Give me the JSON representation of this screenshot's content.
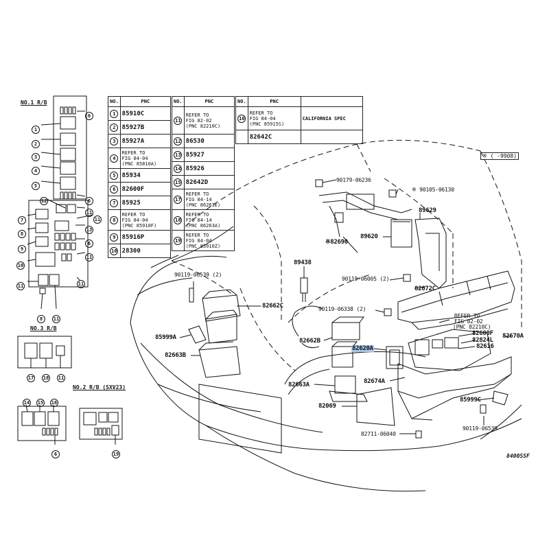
{
  "relay_blocks": {
    "no1": "NO.1 R/B",
    "no3": "NO.3 R/B",
    "no2": "NO.2 R/B (SXV23)"
  },
  "no1_callouts": [
    "1",
    "2",
    "3",
    "4",
    "5",
    "6",
    "6",
    "7",
    "8",
    "9",
    "10",
    "11",
    "11",
    "11",
    "11",
    "11",
    "11",
    "12",
    "13",
    "6",
    "8",
    "11"
  ],
  "no3_callouts": [
    "17",
    "18",
    "11"
  ],
  "no2_callouts": [
    "14",
    "15",
    "16",
    "6",
    "19"
  ],
  "table": {
    "header": {
      "no": "NO.",
      "pnc": "PNC",
      "note": "CALIFORNIA SPEC"
    },
    "col1": [
      {
        "no": "1",
        "pnc": "85910C"
      },
      {
        "no": "2",
        "pnc": "85927B"
      },
      {
        "no": "3",
        "pnc": "85927A"
      },
      {
        "no": "4",
        "pnc": "REFER TO",
        "pnc2": "FIG 84-04",
        "pnc3": "(PNC 85810A)"
      },
      {
        "no": "5",
        "pnc": "85934"
      },
      {
        "no": "6",
        "pnc": "82600F"
      },
      {
        "no": "7",
        "pnc": "85925"
      },
      {
        "no": "8",
        "pnc": "REFER TO",
        "pnc2": "FIG 84-04",
        "pnc3": "(PNC 85910F)"
      },
      {
        "no": "9",
        "pnc": "85916P"
      },
      {
        "no": "10",
        "pnc": "28300"
      }
    ],
    "col2": [
      {
        "no": "11",
        "pnc": "REFER TO",
        "pnc2": "FIG 82-02",
        "pnc3": "(PNC 82210C)"
      },
      {
        "no": "12",
        "pnc": "86530"
      },
      {
        "no": "13",
        "pnc": "85927"
      },
      {
        "no": "14",
        "pnc": "85926"
      },
      {
        "no": "15",
        "pnc": "82642D"
      },
      {
        "no": "17",
        "pnc": "REFER TO",
        "pnc2": "FIG 84-14",
        "pnc3": "(PNC 86263E)"
      },
      {
        "no": "18",
        "pnc": "REFER TO",
        "pnc2": "FIG 84-14",
        "pnc3": "(PNC 86263A)"
      },
      {
        "no": "19",
        "pnc": "REFER TO",
        "pnc2": "FIG 84-04",
        "pnc3": "(PNC 85910Z)"
      }
    ],
    "col3": [
      {
        "no": "16",
        "pnc": "REFER TO",
        "pnc2": "FIG 84-04",
        "pnc3": "(PNC 85915S)"
      },
      {
        "no": "",
        "pnc": "82642C"
      }
    ]
  },
  "notes": {
    "date_note": "※ (    -9908)",
    "figure_code": "8400SSF"
  },
  "parts": {
    "p90179": "90179-06236",
    "p90105": "※ 90105-06130",
    "p89629": "89629",
    "p82690": "※82690",
    "p89620": "89620",
    "p89438": "89438",
    "p90119a": "90119-06539 (2)",
    "p90119b": "90119-06005 (2)",
    "p82672c": "82672C",
    "p90119c": "90119-06338 (2)",
    "p82662c": "82662C",
    "ref_to": "REFER TO",
    "ref_fig": "FIG 82-02",
    "ref_pnc": "(PNC 82210C)",
    "p82600f": "82600F",
    "p82670a": "82670A",
    "p82824l": "82824L",
    "p82616": "82616",
    "p85999a": "85999A",
    "p82662b": "82662B",
    "p82620a": "82620A",
    "p82663b": "82663B",
    "p82674a": "82674A",
    "p82663a": "82663A",
    "p85999c": "85999C",
    "p82069": "82069",
    "p90119d": "90119-06539",
    "p82711": "82711-06040"
  }
}
